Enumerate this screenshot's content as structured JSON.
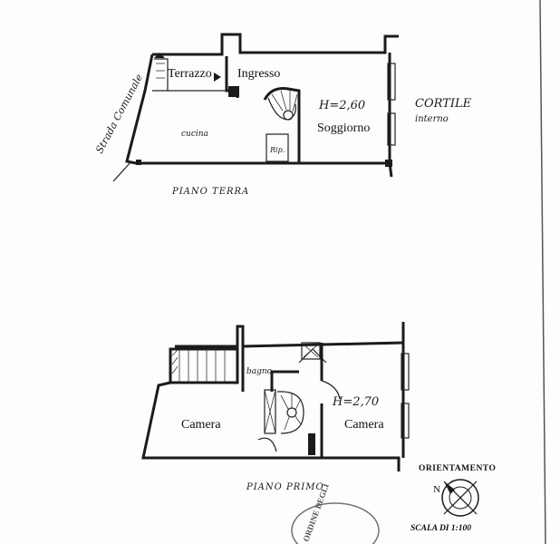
{
  "colors": {
    "ink": "#1b1b1b",
    "paper": "#fdfdfb"
  },
  "ground_floor": {
    "labels": {
      "terrazzo": "Terrazzo",
      "ingresso": "Ingresso",
      "cucina": "cucina",
      "height": "H=2,60",
      "soggiorno": "Soggiorno",
      "rip": "Rip.",
      "cortile": "CORTILE",
      "interno": "interno",
      "strada": "Strada Comunale"
    },
    "floor_name": "PIANO TERRA"
  },
  "first_floor": {
    "labels": {
      "bagno": "bagno",
      "height": "H=2,70",
      "camera_left": "Camera",
      "camera_right": "Camera"
    },
    "floor_name": "PIANO PRIMO"
  },
  "legend": {
    "orientamento": "ORIENTAMENTO",
    "north": "N",
    "scala": "SCALA DI 1:100"
  },
  "stamp": {
    "text": "ORDINE DEGLI"
  }
}
